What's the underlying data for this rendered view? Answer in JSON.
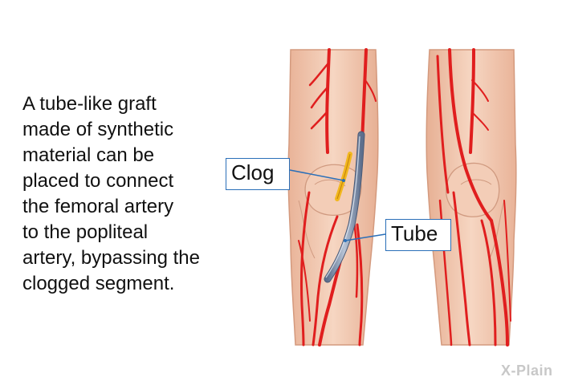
{
  "caption": {
    "lines": [
      "A tube-like graft",
      "made of synthetic",
      "material can be",
      "placed to connect",
      "the femoral artery",
      "to the popliteal",
      "artery, bypassing the",
      "clogged segment."
    ]
  },
  "labels": {
    "clog": "Clog",
    "tube": "Tube"
  },
  "logo": {
    "text": "X-Plain"
  },
  "colors": {
    "skin": "#efc6ae",
    "skin_shadow": "#d9a58a",
    "artery": "#e01e1e",
    "graft": "#7b8ba6",
    "clog": "#f2b81e",
    "callout_border": "#2a6fb8"
  }
}
